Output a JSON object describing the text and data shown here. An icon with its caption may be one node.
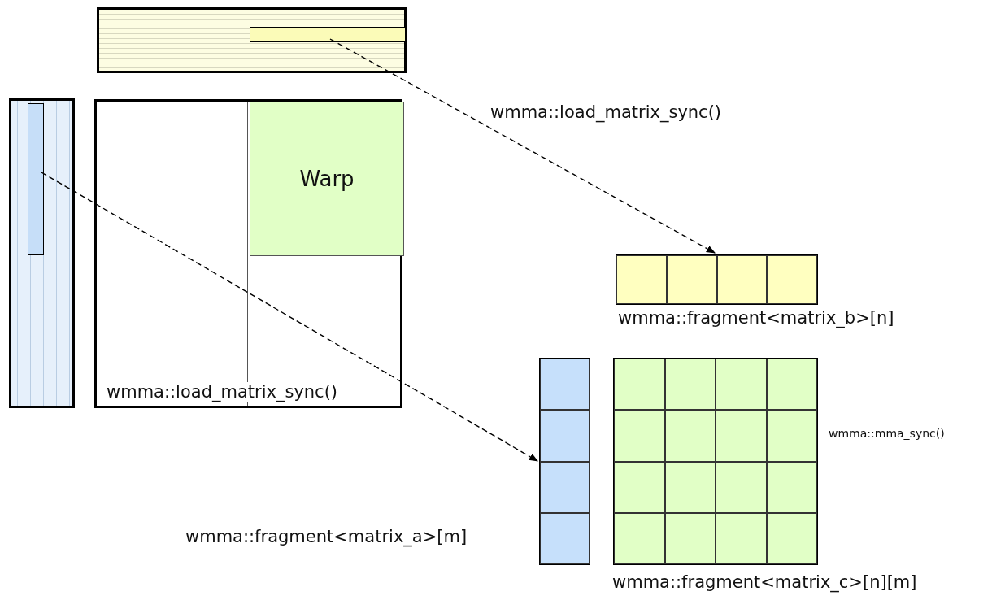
{
  "diagram": {
    "nodes": [
      {
        "text": [],
        "shape": "box"
      },
      {
        "text": [],
        "shape": "bar",
        "in": 0
      },
      {
        "text": [],
        "shape": "box"
      },
      {
        "text": [],
        "shape": "bar",
        "in": 2
      },
      {
        "text": [],
        "shape": "box"
      },
      {
        "text": [
          "Warp"
        ],
        "in": 4
      },
      {
        "text": [
          "wmma::fragment<matrix_b>[n]"
        ]
      },
      {
        "text": [
          "wmma::fragment<matrix_a>[m]"
        ]
      },
      {
        "text": [
          "wmma::fragment<matrix_c>[n][m]"
        ],
        "beside": [
          "wmma::mma_sync()"
        ]
      }
    ],
    "edges": [
      {
        "from": 1,
        "to": 6,
        "arrow": "to",
        "style": "dashed",
        "label": "wmma::load_matrix_sync()"
      },
      {
        "from": 3,
        "to": 7,
        "arrow": "to",
        "style": "dashed",
        "label": "wmma::load_matrix_sync()"
      }
    ]
  }
}
